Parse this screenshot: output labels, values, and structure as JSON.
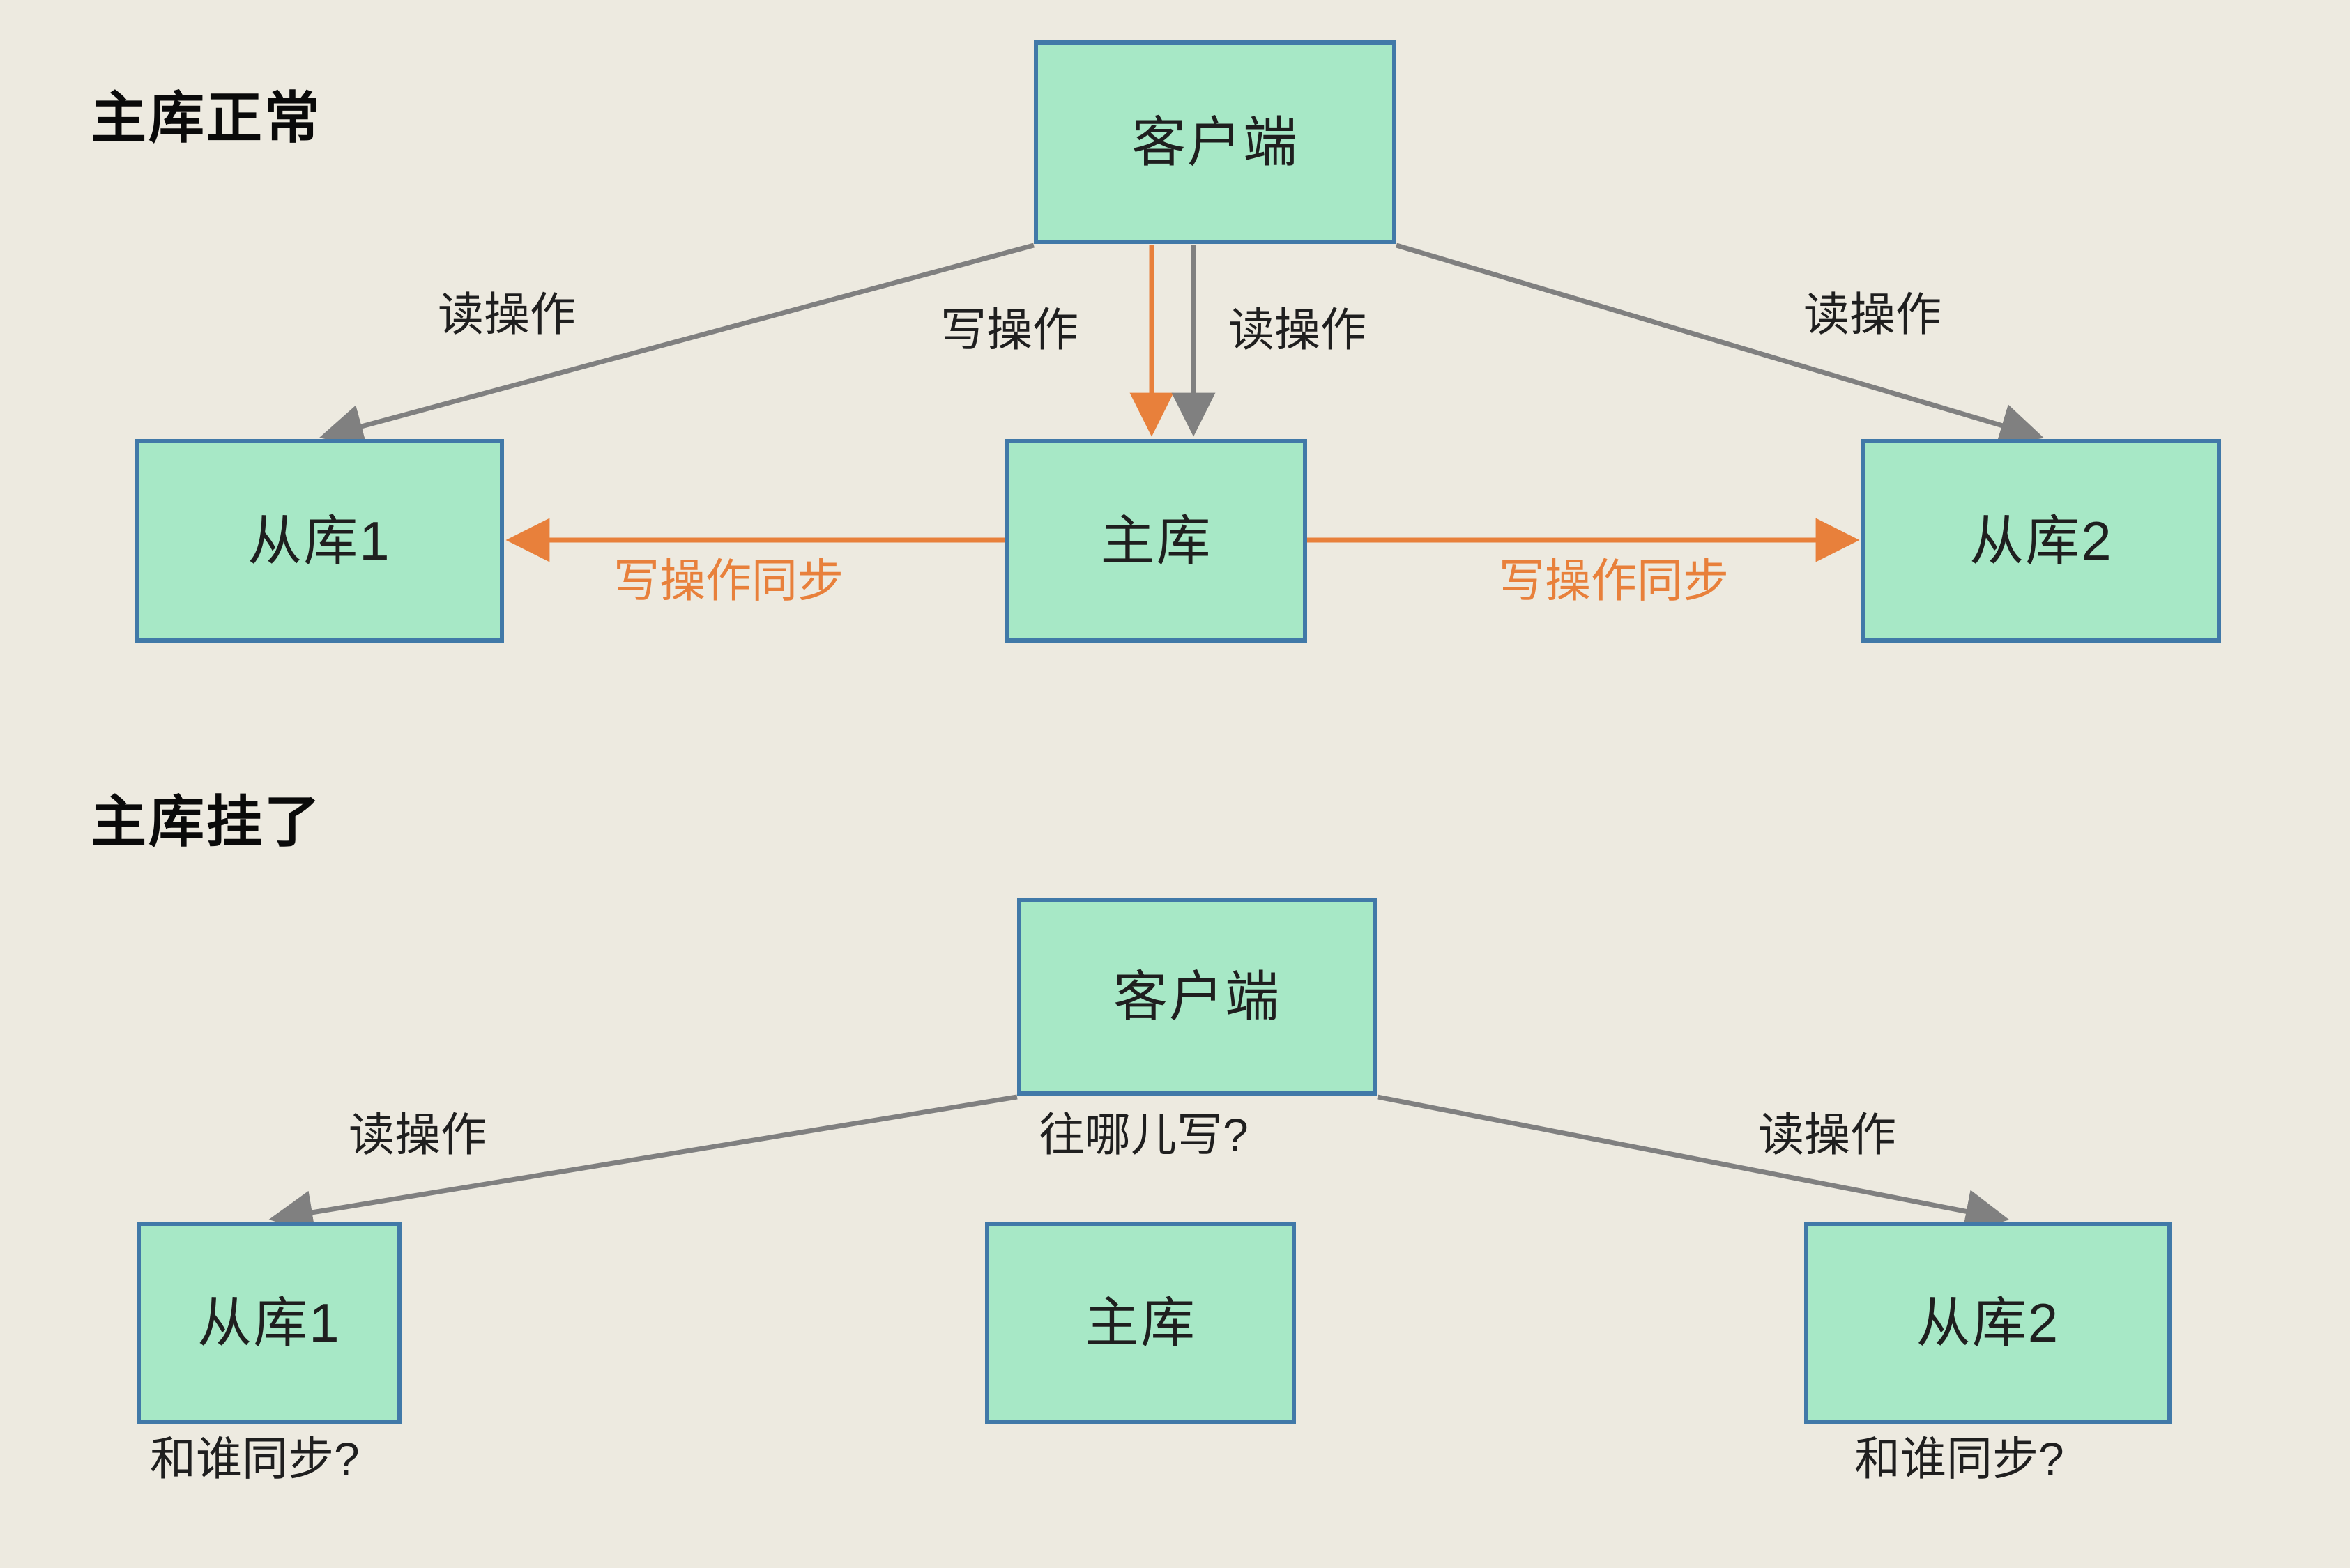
{
  "colors": {
    "background": "#EDEAE0",
    "node_fill": "#A7E8C6",
    "node_border": "#4179A8",
    "read_arrow": "#808080",
    "sync_arrow": "#E8803B",
    "text": "#1F1F1F"
  },
  "panels": [
    {
      "id": "top",
      "title": "主库正常",
      "nodes": {
        "client": "客户端",
        "slave1": "从库1",
        "master": "主库",
        "slave2": "从库2"
      },
      "labels": {
        "read_left": "读操作",
        "write": "写操作",
        "read_mid": "读操作",
        "read_right": "读操作",
        "sync_left": "写操作同步",
        "sync_right": "写操作同步"
      }
    },
    {
      "id": "bottom",
      "title": "主库挂了",
      "nodes": {
        "client": "客户端",
        "slave1": "从库1",
        "master": "主库",
        "slave2": "从库2"
      },
      "labels": {
        "read_left": "读操作",
        "write_where": "往哪儿写?",
        "read_right": "读操作",
        "sync_question_left": "和谁同步?",
        "sync_question_right": "和谁同步?"
      }
    }
  ]
}
